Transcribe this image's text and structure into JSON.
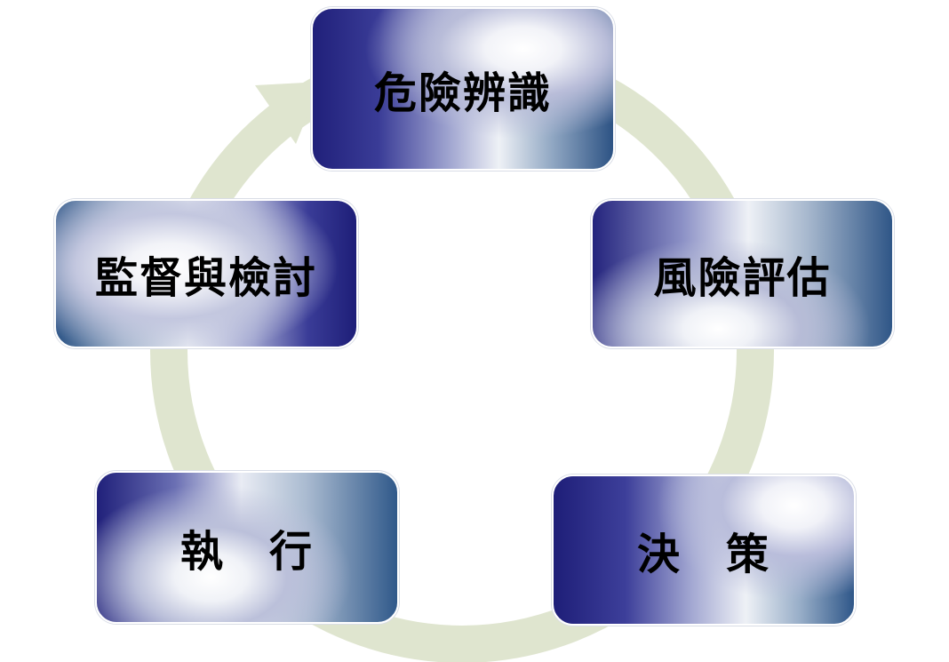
{
  "diagram": {
    "type": "cycle",
    "nodes": [
      {
        "id": "hazard-identification",
        "label": "危險辨識"
      },
      {
        "id": "risk-assessment",
        "label": "風險評估"
      },
      {
        "id": "decision",
        "label": "決　策"
      },
      {
        "id": "execution",
        "label": "執　行"
      },
      {
        "id": "monitoring-review",
        "label": "監督與檢討"
      }
    ],
    "flow": "clockwise",
    "colors": {
      "ring": "#dfe5cf",
      "node_dark": "#20207a",
      "node_steel": "#2f5687",
      "node_highlight": "#ffffff",
      "label": "#000000"
    }
  }
}
